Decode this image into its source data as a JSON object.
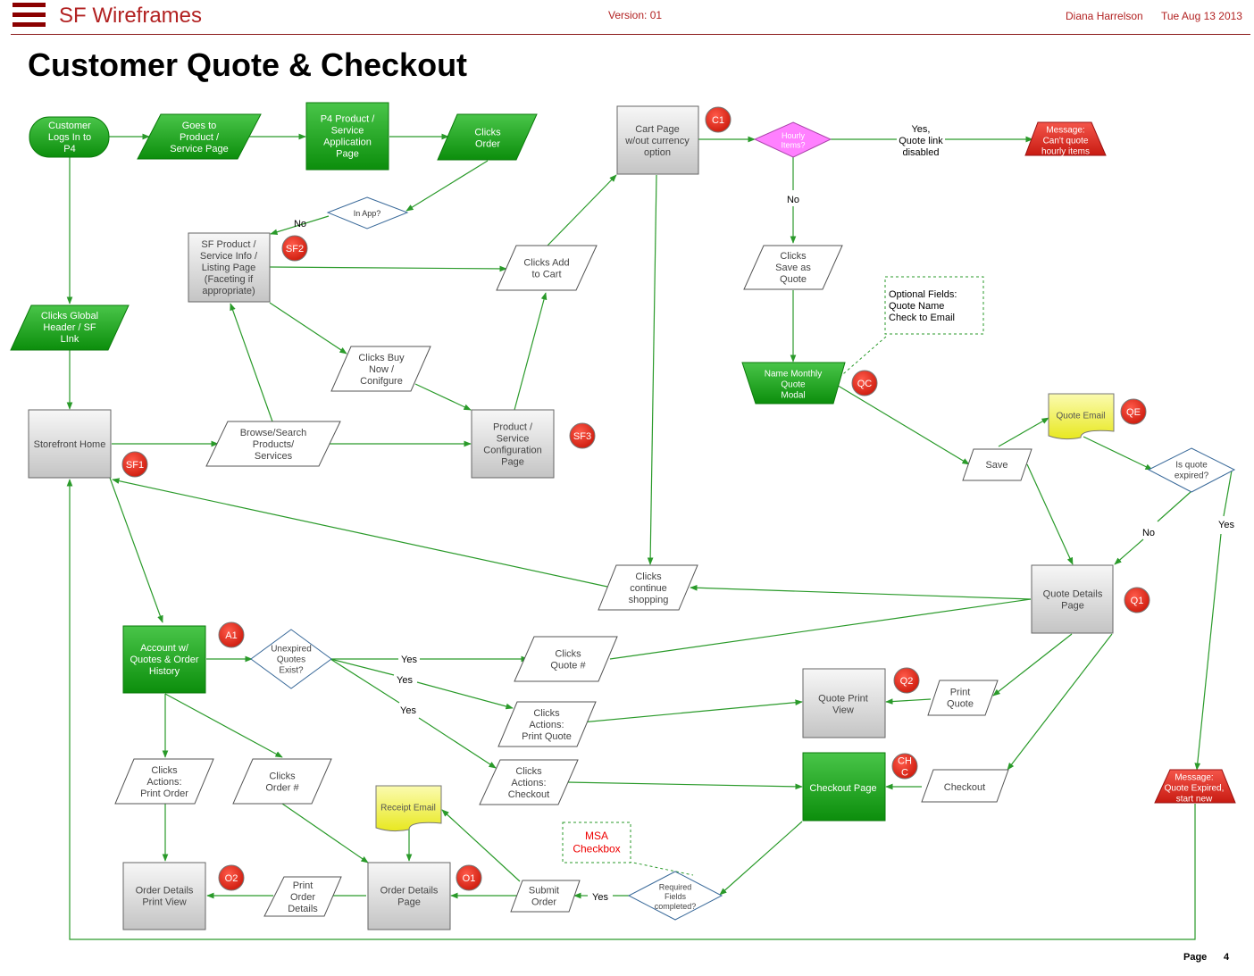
{
  "header": {
    "brand": "SF Wireframes",
    "version": "Version: 01",
    "author": "Diana Harrelson",
    "date": "Tue Aug 13 2013"
  },
  "page_title": "Customer Quote & Checkout",
  "footer": {
    "page_label": "Page",
    "page_number": "4"
  },
  "colors": {
    "green": "#1fa51f",
    "gray": "#d6d6d6",
    "red": "#e0322a",
    "pink": "#ff80ff",
    "yellow": "#f4f42a",
    "line": "#2a9a2a",
    "brand": "#8b0000"
  },
  "nodes": {
    "logs_in": [
      "Customer",
      "Logs In to",
      "P4"
    ],
    "goes_to": [
      "Goes to",
      "Product /",
      "Service Page"
    ],
    "p4_page": [
      "P4 Product /",
      "Service",
      "Application",
      "Page"
    ],
    "clicks_order": [
      "Clicks",
      "Order"
    ],
    "in_app": [
      "In App?"
    ],
    "sf_listing": [
      "SF Product /",
      "Service Info /",
      "Listing Page",
      "(Faceting if",
      "appropriate)"
    ],
    "global_header": [
      "Clicks Global",
      "Header / SF",
      "LInk"
    ],
    "storefront": [
      "Storefront Home"
    ],
    "browse": [
      "Browse/Search",
      "Products/",
      "Services"
    ],
    "buy_now": [
      "Clicks Buy",
      "Now /",
      "Conifgure"
    ],
    "config_page": [
      "Product /",
      "Service",
      "Configuration",
      "Page"
    ],
    "add_cart": [
      "Clicks Add",
      "to Cart"
    ],
    "cart_page": [
      "Cart Page",
      "w/out currency",
      "option"
    ],
    "hourly": [
      "Hourly",
      "Items?"
    ],
    "msg_hourly": [
      "Message:",
      "Can't quote",
      "hourly items"
    ],
    "save_quote": [
      "Clicks",
      "Save as",
      "Quote"
    ],
    "optional": [
      "Optional Fields:",
      "Quote Name",
      "Check to Email"
    ],
    "modal": [
      "Name Monthly",
      "Quote",
      "Modal"
    ],
    "save": [
      "Save"
    ],
    "quote_email": [
      "Quote Email"
    ],
    "expired": [
      "Is quote",
      "expired?"
    ],
    "continue": [
      "Clicks",
      "continue",
      "shopping"
    ],
    "quote_details": [
      "Quote Details",
      "Page"
    ],
    "account": [
      "Account w/",
      "Quotes & Order",
      "History"
    ],
    "unexpired": [
      "Unexpired",
      "Quotes",
      "Exist?"
    ],
    "clicks_quote": [
      "Clicks",
      "Quote #"
    ],
    "actions_print": [
      "Clicks",
      "Actions:",
      "Print Quote"
    ],
    "quote_print": [
      "Quote Print",
      "View"
    ],
    "print_quote": [
      "Print",
      "Quote"
    ],
    "actions_checkout": [
      "Clicks",
      "Actions:",
      "Checkout"
    ],
    "checkout_page": [
      "Checkout Page"
    ],
    "checkout": [
      "Checkout"
    ],
    "msg_expired": [
      "Message:",
      "Quote Expired,",
      "start new"
    ],
    "actions_print_order": [
      "Clicks",
      "Actions:",
      "Print Order"
    ],
    "clicks_order_num": [
      "Clicks",
      "Order #"
    ],
    "receipt": [
      "Receipt Email"
    ],
    "msa": [
      "MSA",
      "Checkbox"
    ],
    "required": [
      "Required",
      "Fields",
      "completed?"
    ],
    "submit": [
      "Submit",
      "Order"
    ],
    "order_print": [
      "Order Details",
      "Print View"
    ],
    "print_order": [
      "Print",
      "Order",
      "Details"
    ],
    "order_details": [
      "Order Details",
      "Page"
    ]
  },
  "badges": {
    "SF1": "SF1",
    "SF2": "SF2",
    "SF3": "SF3",
    "C1": "C1",
    "QC": "QC",
    "QE": "QE",
    "Q1": "Q1",
    "Q2": "Q2",
    "CHC": [
      "CH",
      "C"
    ],
    "A1": "A1",
    "O1": "O1",
    "O2": "O2"
  },
  "edge_labels": {
    "no_inapp": "No",
    "yes_hourly": [
      "Yes,",
      "Quote link",
      "disabled"
    ],
    "no_hourly": "No",
    "no_expired": "No",
    "yes_expired": "Yes",
    "yes_unexp1": "Yes",
    "yes_unexp2": "Yes",
    "yes_unexp3": "Yes",
    "yes_required": "Yes"
  }
}
